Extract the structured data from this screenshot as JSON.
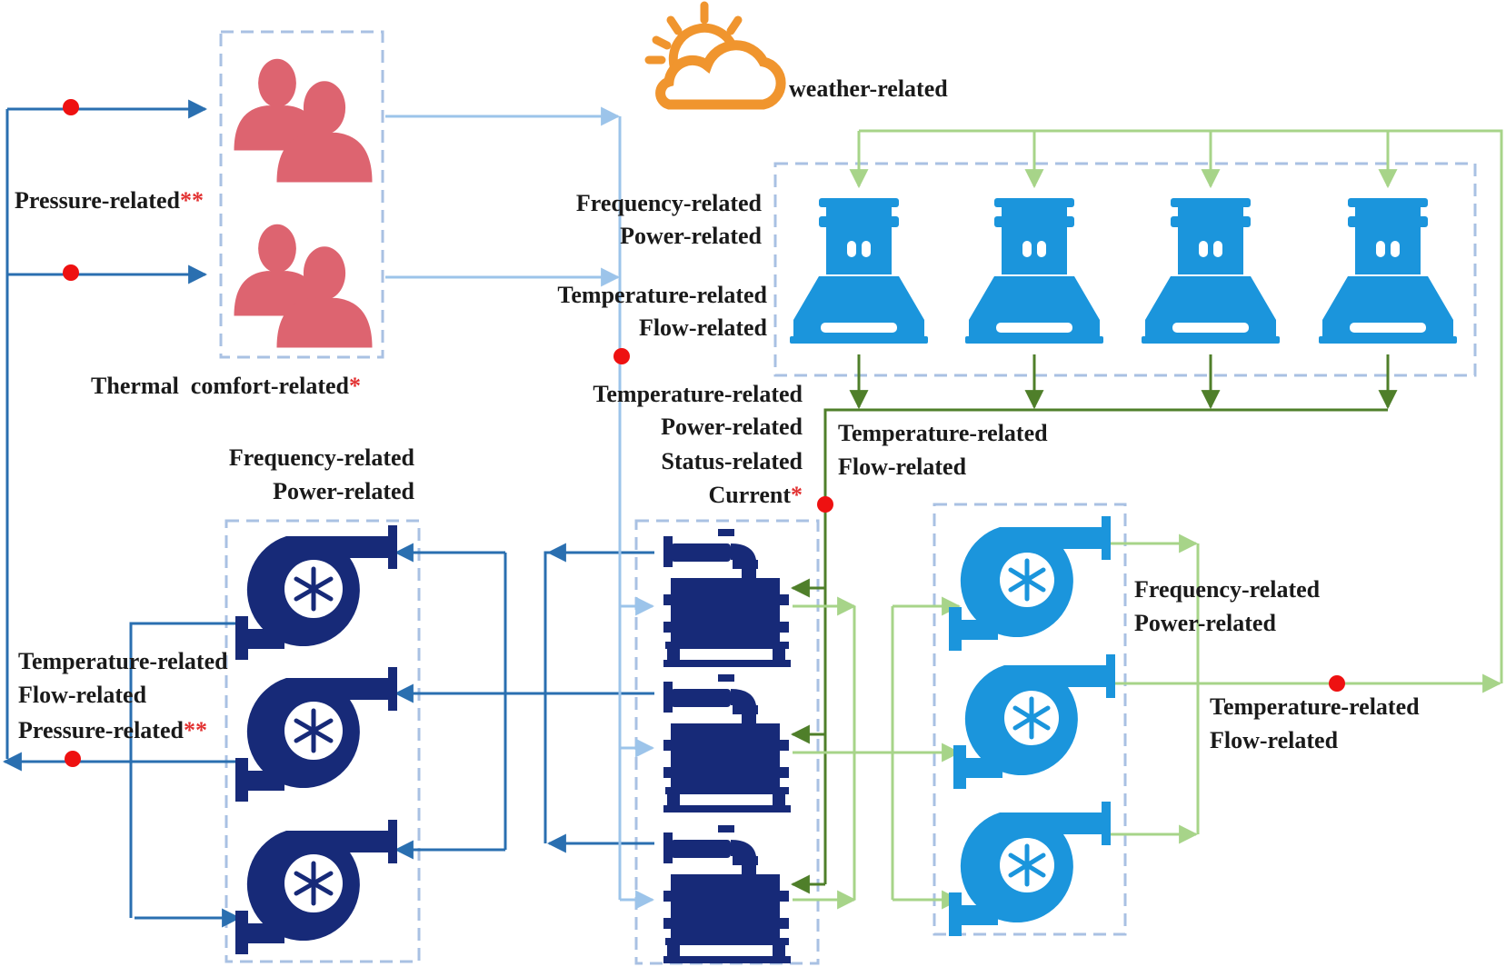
{
  "colors": {
    "dashed_box": "#a9c1e3",
    "people": "#dd6470",
    "weather": "#f0952e",
    "cooling_tower": "#1b95dc",
    "pump_dark": "#172a78",
    "chiller": "#172a78",
    "pump_light": "#1b95dc",
    "line_dark_blue": "#2a6fb0",
    "line_light_blue": "#9cc4ea",
    "line_light_green": "#a7d489",
    "line_dark_green": "#4f7f2a",
    "sensor_dot": "#ee1111",
    "star": "#e23030"
  },
  "icons": {
    "people": "people-icon",
    "weather": "sun-cloud-icon",
    "cooling_tower": "cooling-tower-icon",
    "pump": "centrifugal-pump-icon",
    "chiller": "chiller-icon"
  },
  "labels": {
    "weather": "weather-related",
    "pressure_top": "Pressure-related",
    "pressure_top_star": "**",
    "thermal_comfort": "Thermal  comfort-related",
    "thermal_comfort_star": "*",
    "tower_in_line1": "Frequency-related",
    "tower_in_line2": "Power-related",
    "tower_in_line3": "Temperature-related",
    "tower_in_line4": "Flow-related",
    "chiller_line1": "Temperature-related",
    "chiller_line2": "Power-related",
    "chiller_line3": "Status-related",
    "chiller_line4": "Current",
    "chiller_line4_star": "*",
    "tower_out_line1": "Temperature-related",
    "tower_out_line2": "Flow-related",
    "left_pump_line1": "Frequency-related",
    "left_pump_line2": "Power-related",
    "left_flow_line1": "Temperature-related",
    "left_flow_line2": "Flow-related",
    "left_flow_line3": "Pressure-related",
    "left_flow_line3_star": "**",
    "right_pump_line1": "Frequency-related",
    "right_pump_line2": "Power-related",
    "right_flow_line1": "Temperature-related",
    "right_flow_line2": "Flow-related"
  }
}
